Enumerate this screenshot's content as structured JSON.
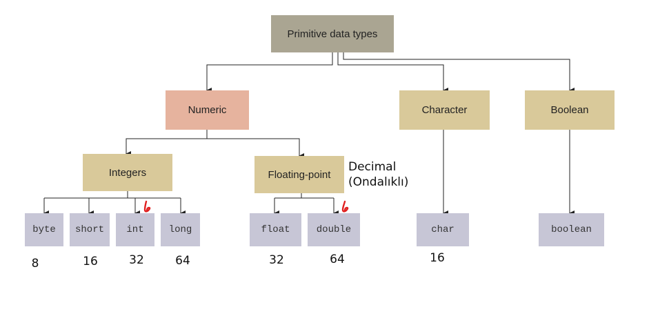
{
  "colors": {
    "root": "#aaa592",
    "numeric": "#e6b39e",
    "category": "#d9c99a",
    "type_box": "#c7c6d6",
    "connector": "#222222",
    "annotation_mark": "#e02020"
  },
  "diagram": {
    "root": {
      "label": "Primitive data types"
    },
    "numeric": {
      "label": "Numeric"
    },
    "character": {
      "label": "Character"
    },
    "boolean": {
      "label": "Boolean"
    },
    "integers": {
      "label": "Integers"
    },
    "floating_point": {
      "label": "Floating-point"
    },
    "types": {
      "byte": {
        "label": "byte",
        "size": "8"
      },
      "short": {
        "label": "short",
        "size": "16"
      },
      "int": {
        "label": "int",
        "size": "32"
      },
      "long": {
        "label": "long",
        "size": "64"
      },
      "float": {
        "label": "float",
        "size": "32"
      },
      "double": {
        "label": "double",
        "size": "64"
      },
      "char": {
        "label": "char",
        "size": "16"
      },
      "boolean_type": {
        "label": "boolean"
      }
    }
  },
  "annotations": {
    "decimal_line1": "Decimal",
    "decimal_line2": "(Ondalıklı)",
    "mark_icon": "red-handwritten-checkmark"
  }
}
